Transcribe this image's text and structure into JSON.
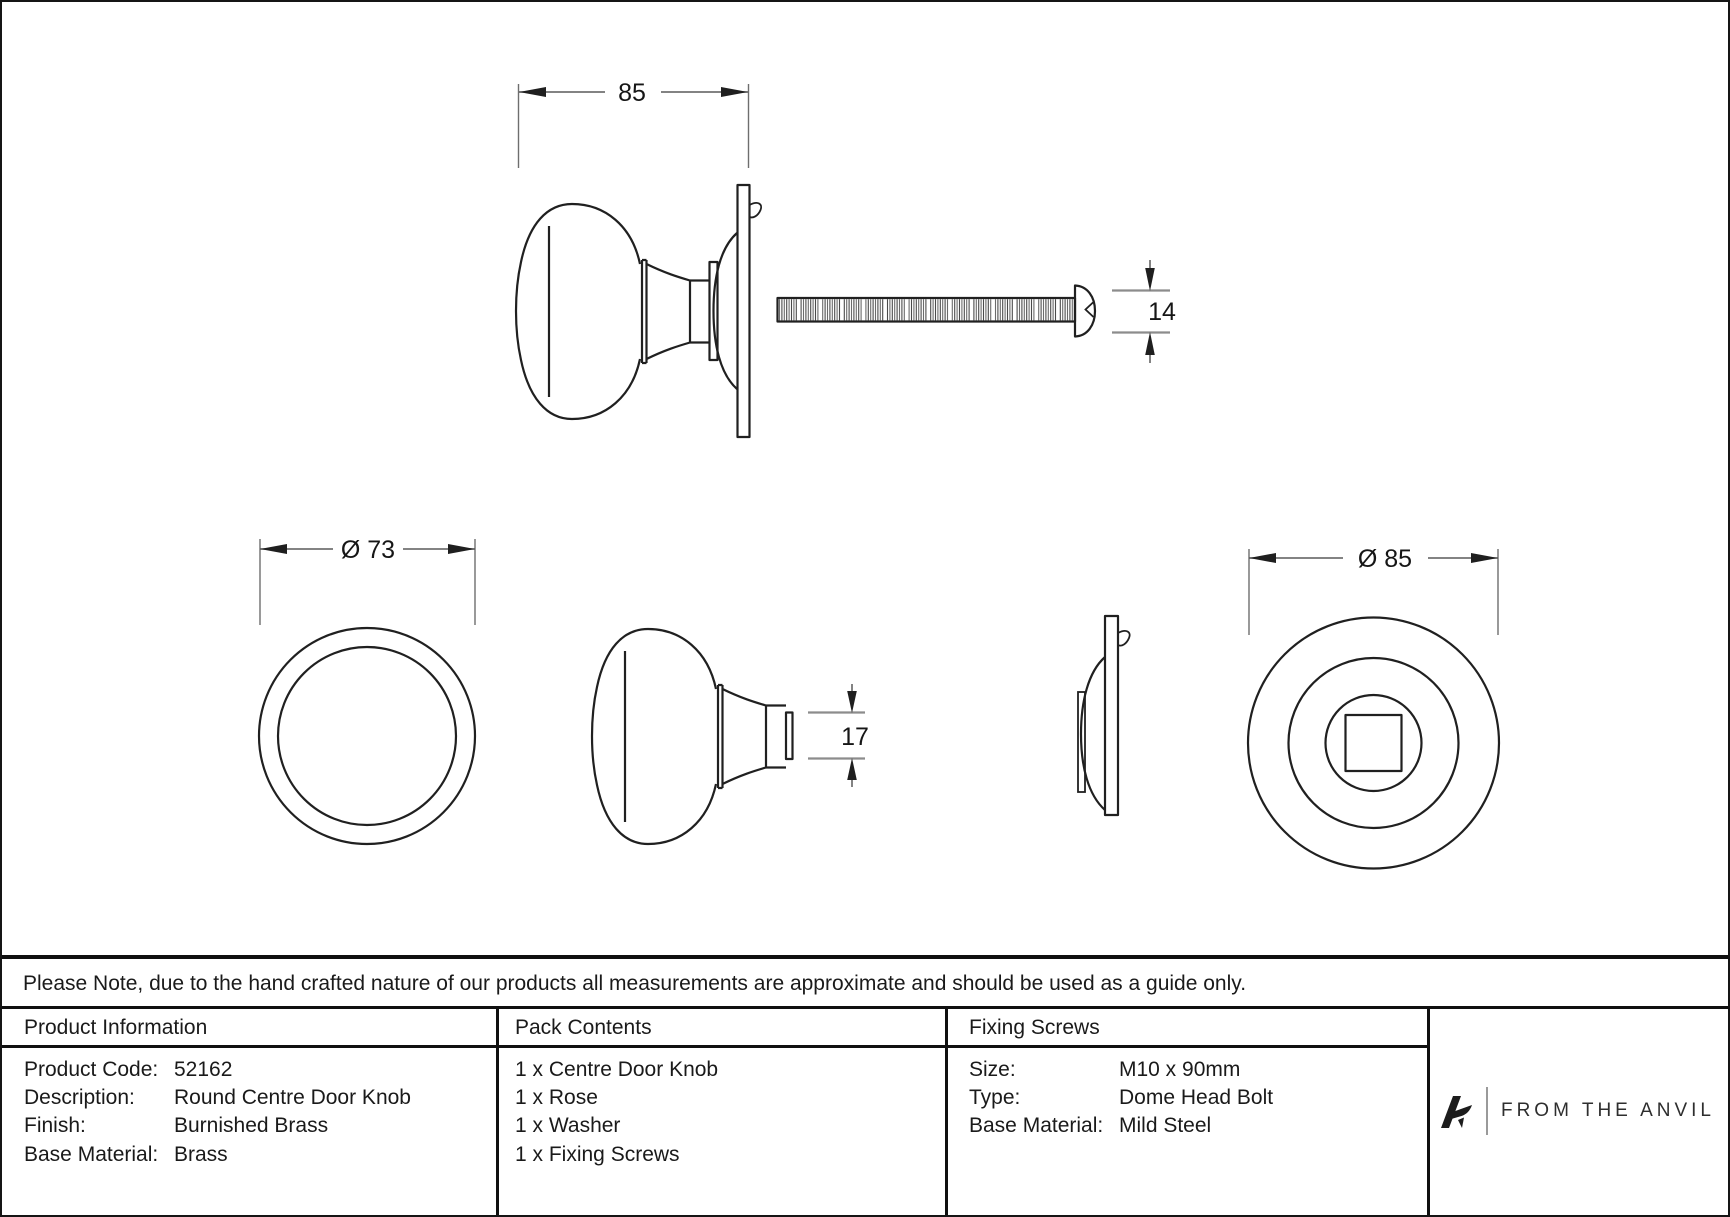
{
  "drawing": {
    "dim_overall_width": "85",
    "dim_bolt_head_diameter": "14",
    "dim_knob_diameter": "Ø 73",
    "dim_neck_diameter": "17",
    "dim_rose_diameter": "Ø 85"
  },
  "note": "Please Note, due to the hand crafted nature of our products all measurements are approximate and should be used as a guide only.",
  "product_information": {
    "header": "Product Information",
    "rows": [
      {
        "label": "Product Code:",
        "value": "52162"
      },
      {
        "label": "Description:",
        "value": "Round Centre Door Knob"
      },
      {
        "label": "Finish:",
        "value": "Burnished Brass"
      },
      {
        "label": "Base Material:",
        "value": "Brass"
      }
    ]
  },
  "pack_contents": {
    "header": "Pack Contents",
    "items": [
      "1 x Centre Door Knob",
      "1 x Rose",
      "1 x Washer",
      "1 x Fixing Screws"
    ]
  },
  "fixing_screws": {
    "header": "Fixing Screws",
    "rows": [
      {
        "label": "Size:",
        "value": "M10 x 90mm"
      },
      {
        "label": "Type:",
        "value": "Dome Head Bolt"
      },
      {
        "label": "Base Material:",
        "value": "Mild Steel"
      }
    ]
  },
  "brand": {
    "name": "FROM THE ANVIL"
  },
  "colors": {
    "object_line": "#202020",
    "dimension_line": "#5a5a5a",
    "reference_line": "#8c8c8c",
    "border": "#101010"
  }
}
